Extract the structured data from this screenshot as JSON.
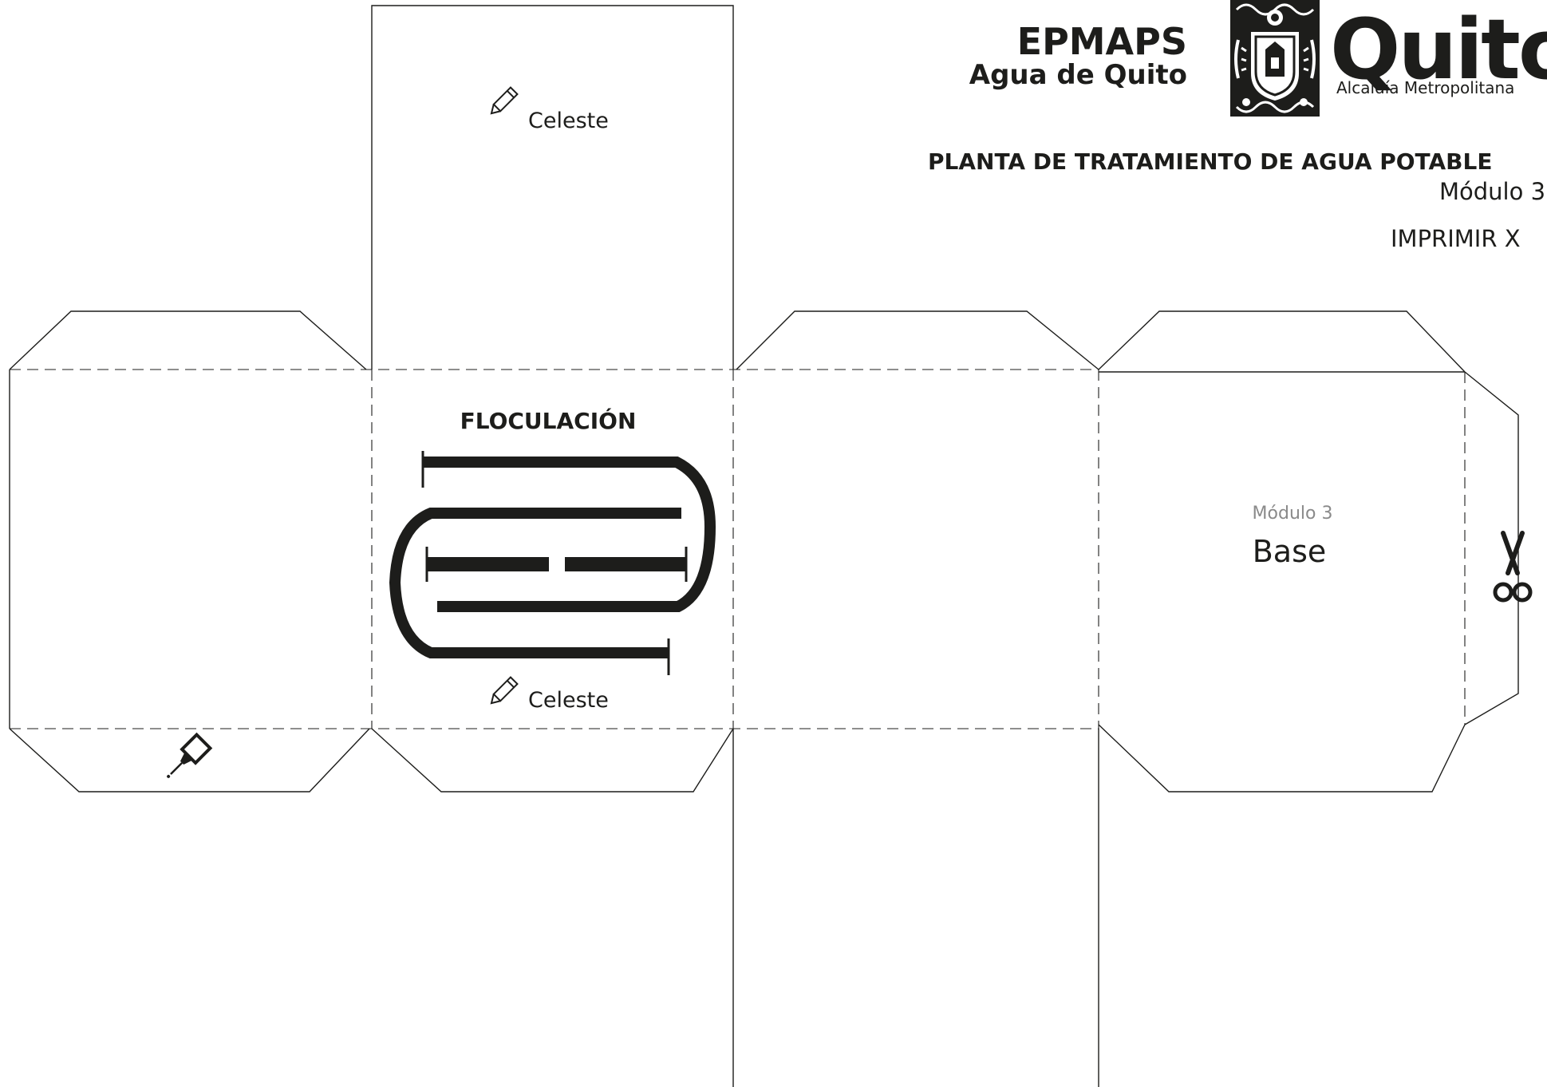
{
  "header": {
    "org_name": "EPMAPS",
    "org_subtitle": "Agua de Quito",
    "city_logo_text": "Quito",
    "city_logo_subtitle": "Alcaldía Metropolitana",
    "document_title": "PLANTA DE TRATAMIENTO DE AGUA POTABLE",
    "module": "Módulo 3",
    "print_instruction": "IMPRIMIR X"
  },
  "panels": {
    "top_flap_color": "Celeste",
    "front_title": "FLOCULACIÓN",
    "front_color": "Celeste",
    "base_module": "Módulo 3",
    "base_label": "Base"
  },
  "colors": {
    "line": "#1d1d1b",
    "muted_text": "#8a8a8a",
    "background": "#ffffff"
  },
  "icons": [
    "pencil-icon",
    "glue-bottle-icon",
    "scissors-icon",
    "coat-of-arms-icon",
    "flocculation-baffle-diagram"
  ]
}
